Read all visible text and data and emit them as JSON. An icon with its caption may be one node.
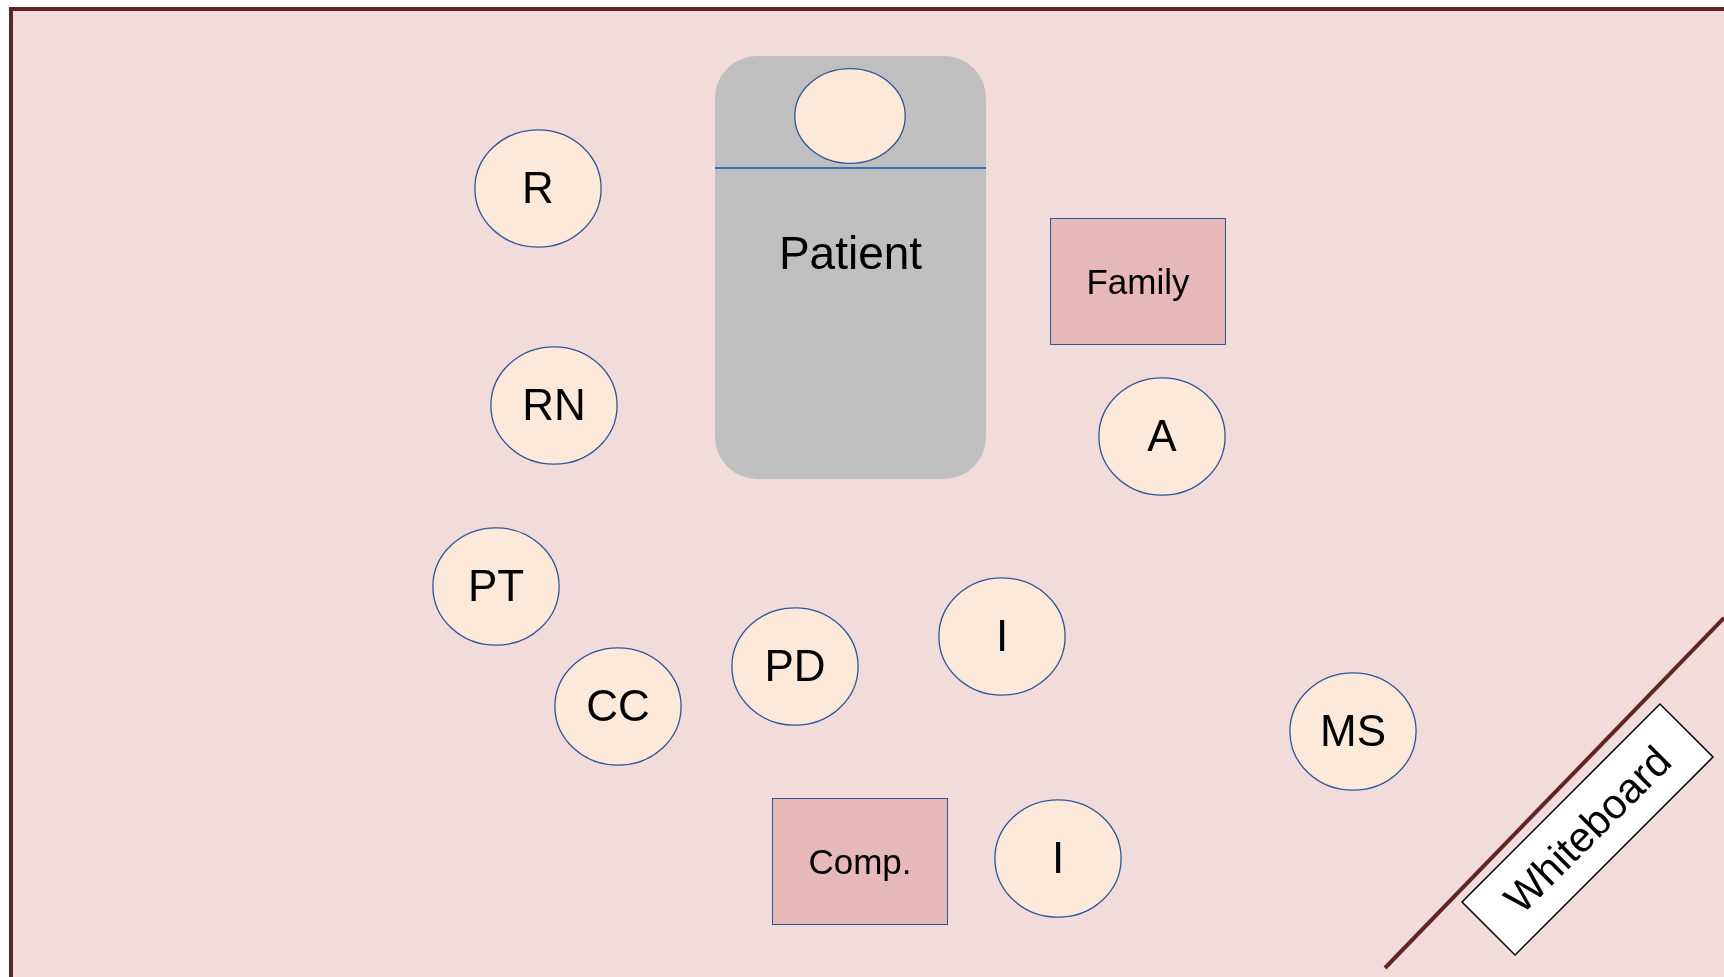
{
  "diagram": {
    "nodes": [
      {
        "text": [
          "Patient"
        ]
      },
      {
        "text": [],
        "shape": "circle",
        "in": 0
      },
      {
        "text": [
          "R"
        ]
      },
      {
        "text": [
          "Family"
        ]
      },
      {
        "text": [
          "RN"
        ]
      },
      {
        "text": [
          "A"
        ]
      },
      {
        "text": [
          "PT"
        ]
      },
      {
        "text": [
          "I"
        ]
      },
      {
        "text": [
          "PD"
        ]
      },
      {
        "text": [
          "CC"
        ]
      },
      {
        "text": [
          "MS"
        ]
      },
      {
        "text": [
          "Comp."
        ]
      },
      {
        "text": [
          "I"
        ]
      },
      {
        "text": [
          "Whiteboard"
        ]
      }
    ]
  }
}
